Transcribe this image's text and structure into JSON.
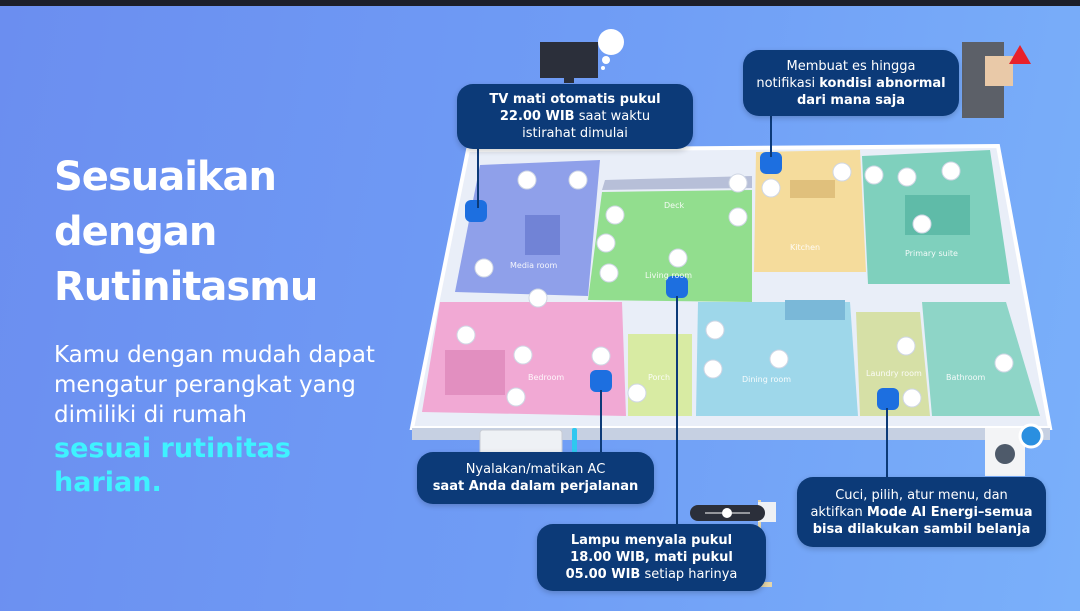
{
  "headline": {
    "title": "Sesuaikan dengan Rutinitasmu",
    "body": "Kamu dengan mudah dapat mengatur perangkat yang dimiliki di rumah",
    "highlight": "sesuai rutinitas harian."
  },
  "rooms": {
    "media": "Media room",
    "deck": "Deck",
    "living": "Living room",
    "kitchen": "Kitchen",
    "primary": "Primary suite",
    "bedroom": "Bedroom",
    "porch": "Porch",
    "dining": "Dining room",
    "laundry": "Laundry room",
    "bathroom": "Bathroom"
  },
  "callouts": {
    "tv": {
      "bold1": "TV mati otomatis pukul",
      "bold2": "22.00 WIB",
      "text2": " saat waktu",
      "text3": "istirahat dimulai"
    },
    "fridge": {
      "text1": "Membuat es hingga",
      "text2": "notifikasi ",
      "bold2": "kondisi abnormal",
      "bold3": "dari mana saja"
    },
    "ac": {
      "text1": "Nyalakan/matikan AC",
      "bold2": "saat Anda dalam perjalanan"
    },
    "lamp": {
      "bold1": "Lampu menyala pukul",
      "bold2": "18.00 WIB, mati pukul",
      "bold3": "05.00 WIB",
      "text3": " setiap harinya"
    },
    "laundry": {
      "text1": "Cuci, pilih, atur menu, dan",
      "text2": "aktifkan ",
      "bold2": "Mode AI Energi–semua",
      "bold3": "bisa dilakukan sambil belanja"
    }
  },
  "colors": {
    "callout_bg": "#0c3a78",
    "highlight": "#3ff2ff"
  }
}
